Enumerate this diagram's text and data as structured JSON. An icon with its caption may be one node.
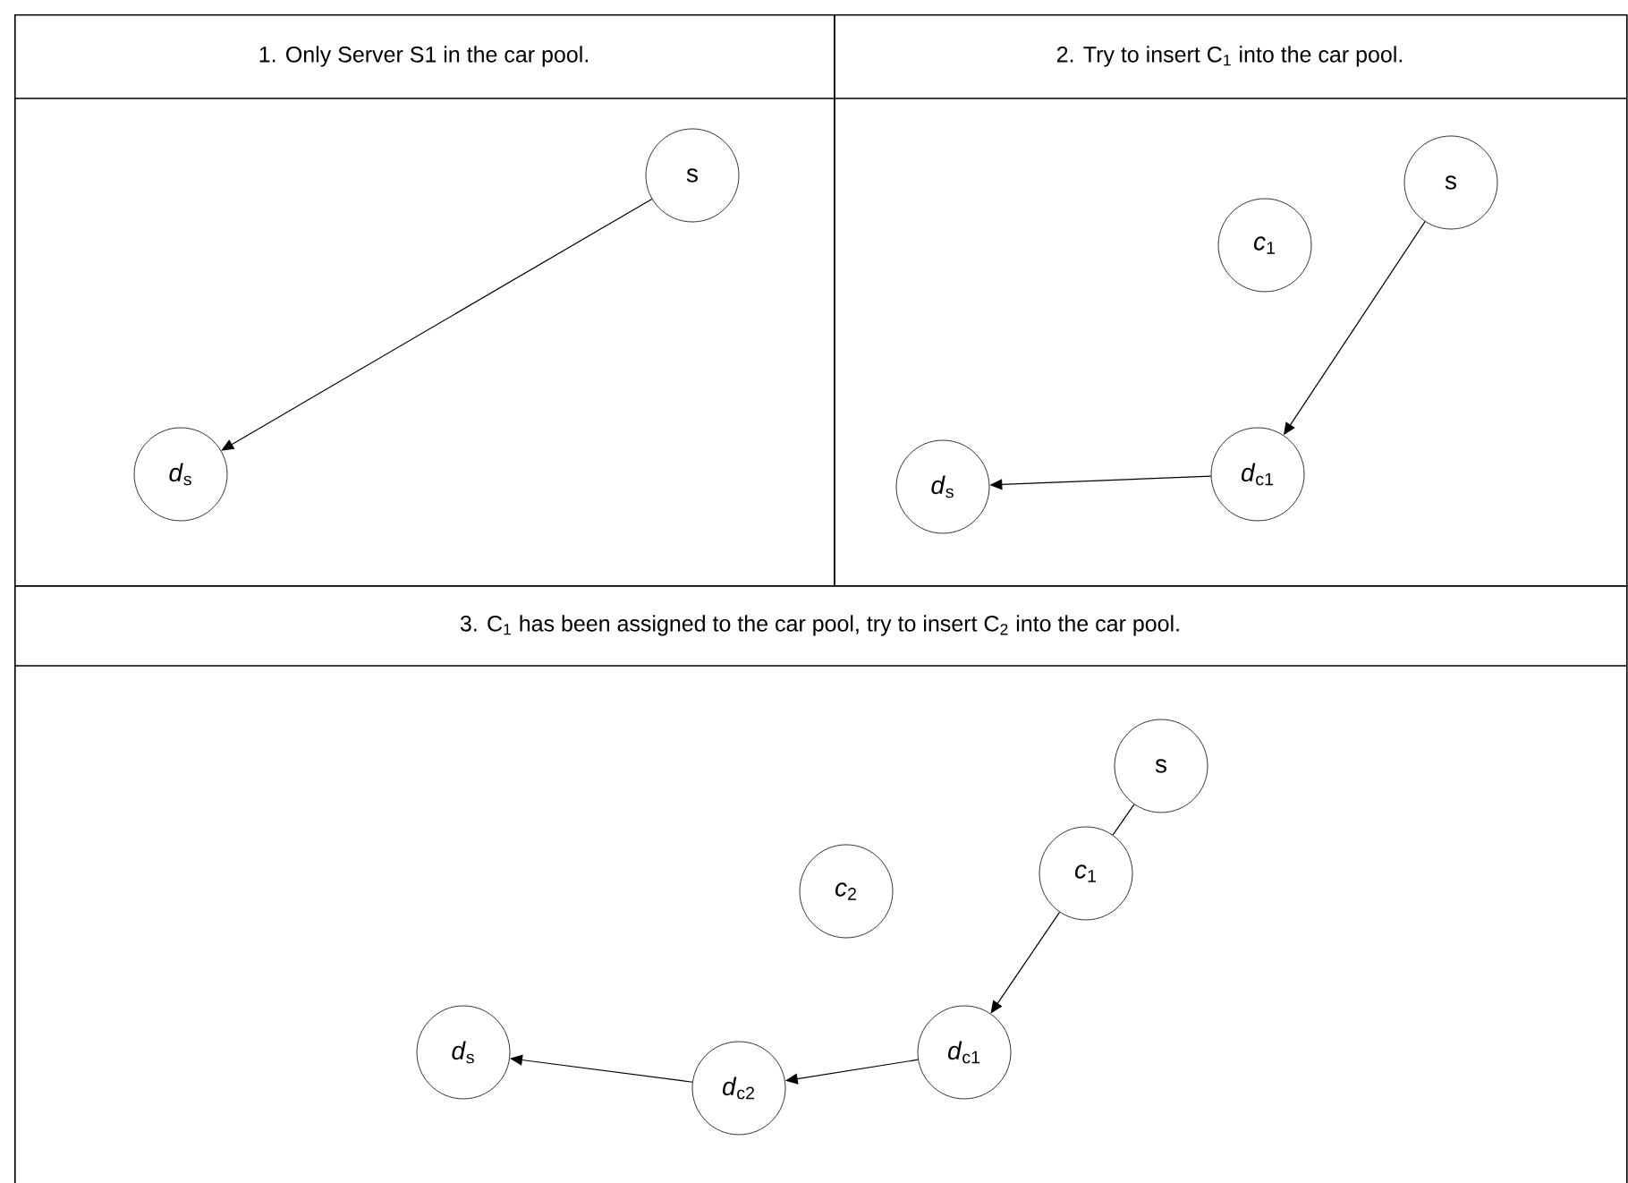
{
  "diagram": {
    "nodes": [
      {
        "text": [
          "1. Only Server S1 in the car pool."
        ]
      },
      {
        "text": [
          "s"
        ],
        "in": 0
      },
      {
        "text": [
          "*d*$_{s}$"
        ],
        "in": 0
      },
      {
        "text": [
          "2. Try to insert C$_{1}$  into the car pool."
        ]
      },
      {
        "text": [
          "s"
        ],
        "in": 3
      },
      {
        "text": [
          "*c*$_{1}$"
        ],
        "in": 3
      },
      {
        "text": [
          "*d*$_{c1}$"
        ],
        "in": 3
      },
      {
        "text": [
          "*d*$_{s}$"
        ],
        "in": 3
      },
      {
        "text": [
          "3. C$_{1}$ has been assigned to the car pool, try to insert C$_{2}$ into the car pool."
        ]
      },
      {
        "text": [
          "s"
        ],
        "in": 8
      },
      {
        "text": [
          "*c*$_{2}$"
        ],
        "in": 8
      },
      {
        "text": [
          "*c*$_{1}$"
        ],
        "in": 8
      },
      {
        "text": [
          "*d*$_{c1}$"
        ],
        "in": 8
      },
      {
        "text": [
          "*d*$_{c2}$"
        ],
        "in": 8
      },
      {
        "text": [
          "*d*$_{s}$"
        ],
        "in": 8
      }
    ],
    "edges": [
      {
        "from": 1,
        "to": 2,
        "arrow": "to"
      },
      {
        "from": 4,
        "to": 6,
        "arrow": "to"
      },
      {
        "from": 6,
        "to": 7,
        "arrow": "to"
      },
      {
        "from": 9,
        "to": 11,
        "arrow": "none"
      },
      {
        "from": 11,
        "to": 12,
        "arrow": "to"
      },
      {
        "from": 12,
        "to": 13,
        "arrow": "to"
      },
      {
        "from": 13,
        "to": 14,
        "arrow": "to"
      }
    ]
  }
}
